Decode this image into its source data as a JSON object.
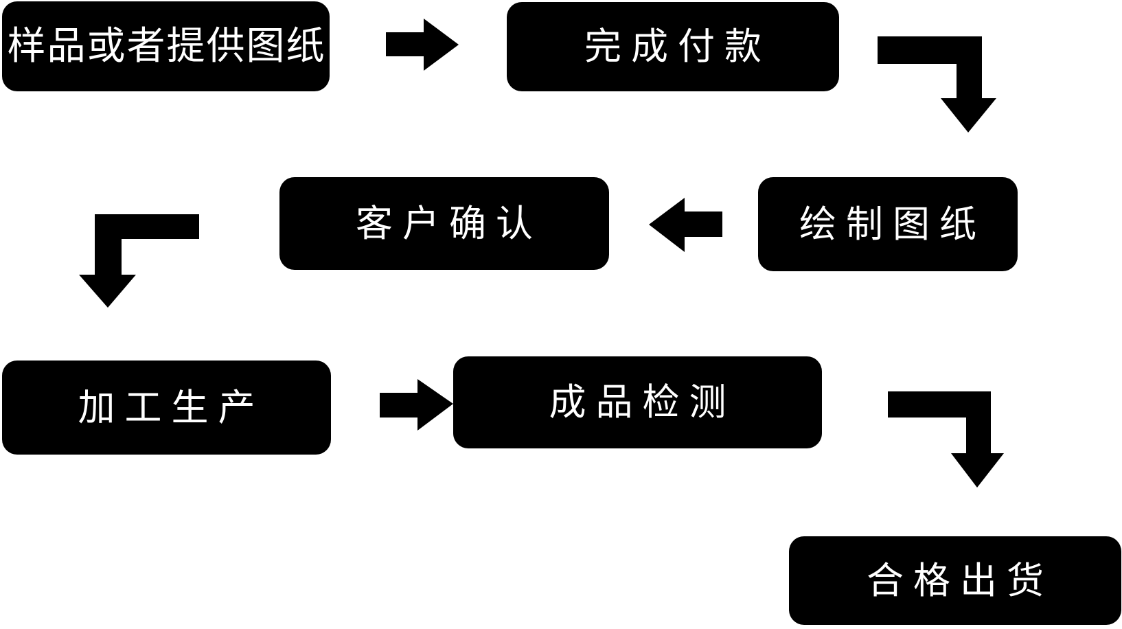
{
  "flowchart": {
    "colors": {
      "background": "#ffffff",
      "node_fill": "#000000",
      "node_text": "#ffffff",
      "arrow": "#000000"
    },
    "nodes": [
      {
        "id": "sample",
        "label": "样品或者提供图纸"
      },
      {
        "id": "payment",
        "label": "完成付款"
      },
      {
        "id": "drawing",
        "label": "绘制图纸"
      },
      {
        "id": "confirm",
        "label": "客户确认"
      },
      {
        "id": "production",
        "label": "加工生产"
      },
      {
        "id": "inspection",
        "label": "成品检测"
      },
      {
        "id": "shipment",
        "label": "合格出货"
      }
    ],
    "connections": [
      {
        "from": "样品或者提供图纸",
        "to": "完成付款",
        "shape": "straight-right"
      },
      {
        "from": "完成付款",
        "to": "绘制图纸",
        "shape": "elbow-right-down"
      },
      {
        "from": "绘制图纸",
        "to": "客户确认",
        "shape": "straight-left"
      },
      {
        "from": "客户确认",
        "to": "加工生产",
        "shape": "elbow-left-down"
      },
      {
        "from": "加工生产",
        "to": "成品检测",
        "shape": "straight-right"
      },
      {
        "from": "成品检测",
        "to": "合格出货",
        "shape": "elbow-right-down"
      }
    ]
  }
}
